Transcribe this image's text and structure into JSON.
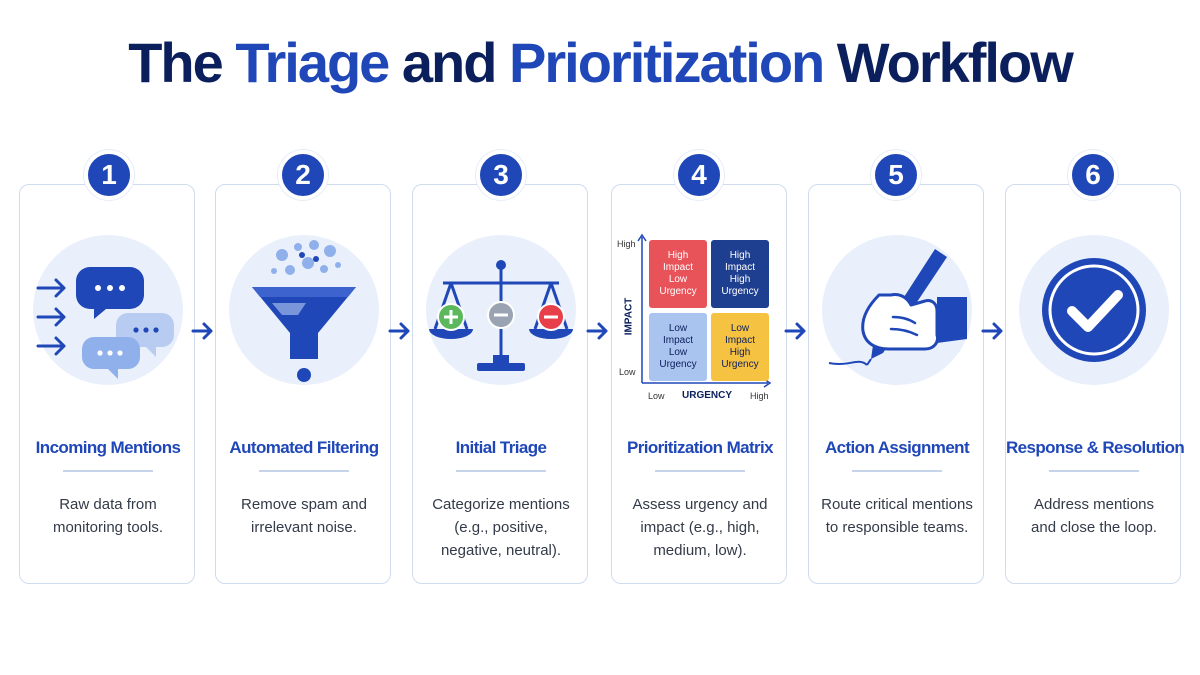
{
  "title": {
    "part1": "The ",
    "part2": "Triage",
    "part3": " and ",
    "part4": "Prioritization",
    "part5": " Workflow"
  },
  "steps": [
    {
      "number": "1",
      "title": "Incoming Mentions",
      "description": "Raw data from\nmonitoring tools.",
      "icon": "chat-bubbles-icon"
    },
    {
      "number": "2",
      "title": "Automated Filtering",
      "description": "Remove spam and\nirrelevant noise.",
      "icon": "funnel-icon"
    },
    {
      "number": "3",
      "title": "Initial Triage",
      "description": "Categorize mentions\n(e.g., positive,\nnegative, neutral).",
      "icon": "balance-scale-icon"
    },
    {
      "number": "4",
      "title": "Prioritization Matrix",
      "description": "Assess urgency and\nimpact (e.g., high,\nmedium, low).",
      "icon": "matrix-icon"
    },
    {
      "number": "5",
      "title": "Action Assignment",
      "description": "Route critical mentions\nto responsible teams.",
      "icon": "hand-pen-icon"
    },
    {
      "number": "6",
      "title": "Response & Resolution",
      "description": "Address mentions\nand close the loop.",
      "icon": "checkmark-icon"
    }
  ],
  "matrix": {
    "y_axis": "IMPACT",
    "x_axis": "URGENCY",
    "y_high": "High",
    "y_low": "Low",
    "x_low": "Low",
    "x_high": "High",
    "cells": {
      "top_left": "High\nImpact\nLow\nUrgency",
      "top_right": "High\nImpact\nHigh\nUrgency",
      "bottom_left": "Low\nImpact\nLow\nUrgency",
      "bottom_right": "Low\nImpact\nHigh\nUrgency"
    },
    "colors": {
      "top_left": "#e8535a",
      "top_right": "#1e3f8f",
      "bottom_left": "#a9c4ef",
      "bottom_right": "#f5c242"
    }
  },
  "colors": {
    "primary": "#1f47b8",
    "dark": "#0b1f5c",
    "light_circle": "#e9f0fb"
  }
}
